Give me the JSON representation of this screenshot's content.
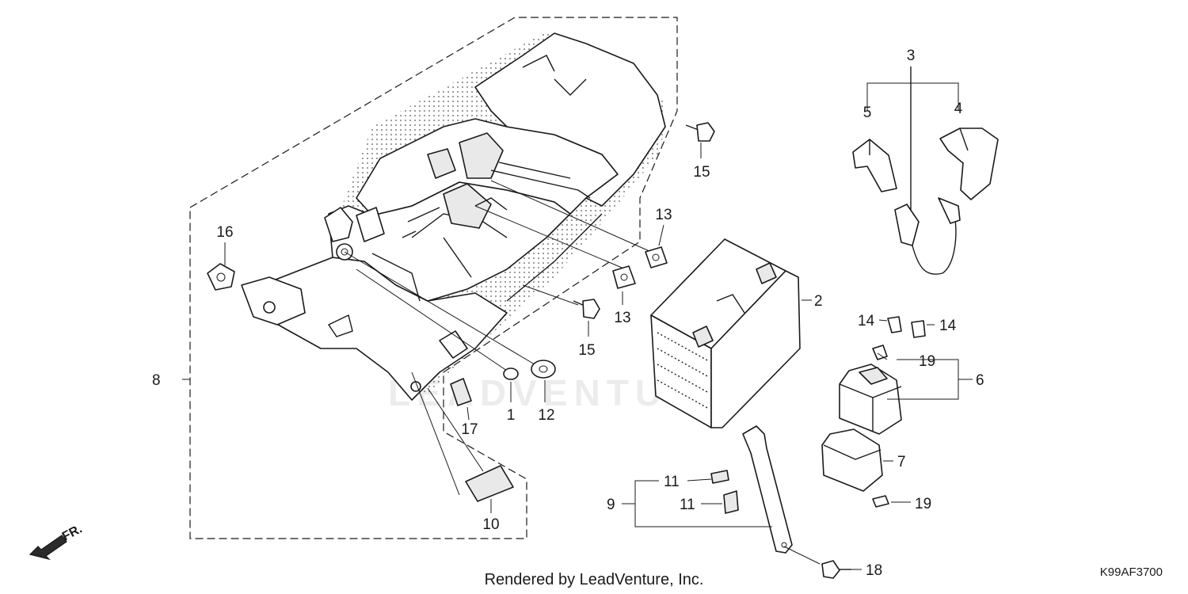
{
  "callouts": {
    "c1": "1",
    "c2": "2",
    "c3": "3",
    "c4": "4",
    "c5": "5",
    "c6": "6",
    "c7": "7",
    "c8": "8",
    "c9": "9",
    "c10": "10",
    "c11a": "11",
    "c11b": "11",
    "c12": "12",
    "c13a": "13",
    "c13b": "13",
    "c14a": "14",
    "c14b": "14",
    "c15a": "15",
    "c15b": "15",
    "c16": "16",
    "c17": "17",
    "c18": "18",
    "c19a": "19",
    "c19b": "19"
  },
  "watermark": "LEADVENTURE",
  "footer": "Rendered by LeadVenture, Inc.",
  "diagram_code": "K99AF3700",
  "direction_label": "FR."
}
